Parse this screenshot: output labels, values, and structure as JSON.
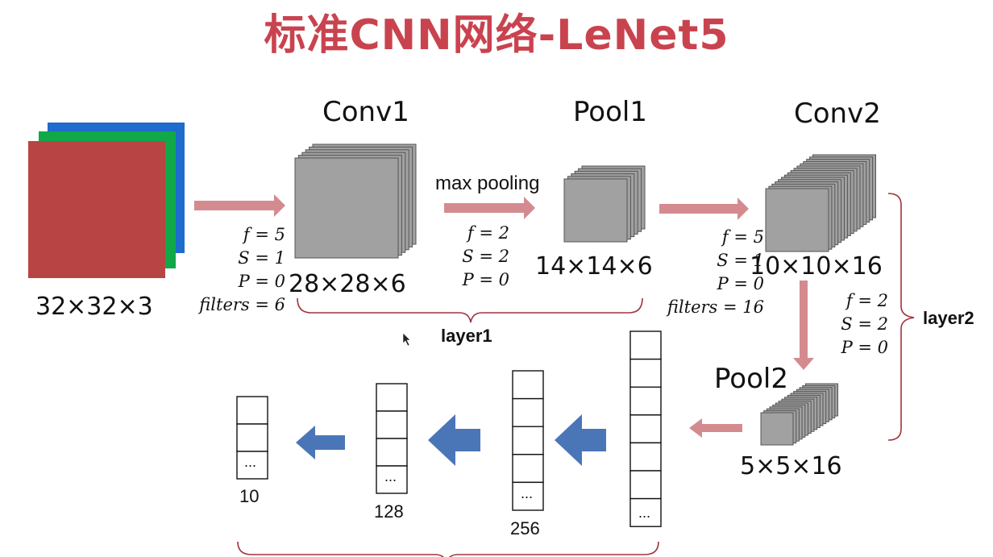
{
  "title": "标准CNN网络-LeNet5",
  "input": {
    "label": "32×32×3"
  },
  "conv1": {
    "heading": "Conv1",
    "output": "28×28×6",
    "params": [
      "f = 5",
      "S = 1",
      "P = 0",
      "filters = 6"
    ]
  },
  "pool1": {
    "heading": "Pool1",
    "op_label": "max pooling",
    "output": "14×14×6",
    "params": [
      "f = 2",
      "S = 2",
      "P = 0"
    ]
  },
  "conv2": {
    "heading": "Conv2",
    "output": "10×10×16",
    "params": [
      "f = 5",
      "S = 1",
      "P = 0",
      "filters = 16"
    ]
  },
  "pool2": {
    "heading": "Pool2",
    "output": "5×5×16",
    "params": [
      "f = 2",
      "S = 2",
      "P = 0"
    ]
  },
  "layer1_label": "layer1",
  "layer2_label": "layer2",
  "fc_layers": [
    {
      "size": "10",
      "ellipsis": "..."
    },
    {
      "size": "128",
      "ellipsis": "..."
    },
    {
      "size": "256",
      "ellipsis": "..."
    },
    {
      "size": "",
      "ellipsis": "..."
    }
  ],
  "colors": {
    "title": "#c9434f",
    "arrow_pink": "#d48b90",
    "arrow_blue": "#4a76b8",
    "bracket": "#a0333c",
    "input_red": "#b84443",
    "input_green": "#10a848",
    "input_blue": "#1e6ccc",
    "feature_gray": "#a1a1a1"
  }
}
